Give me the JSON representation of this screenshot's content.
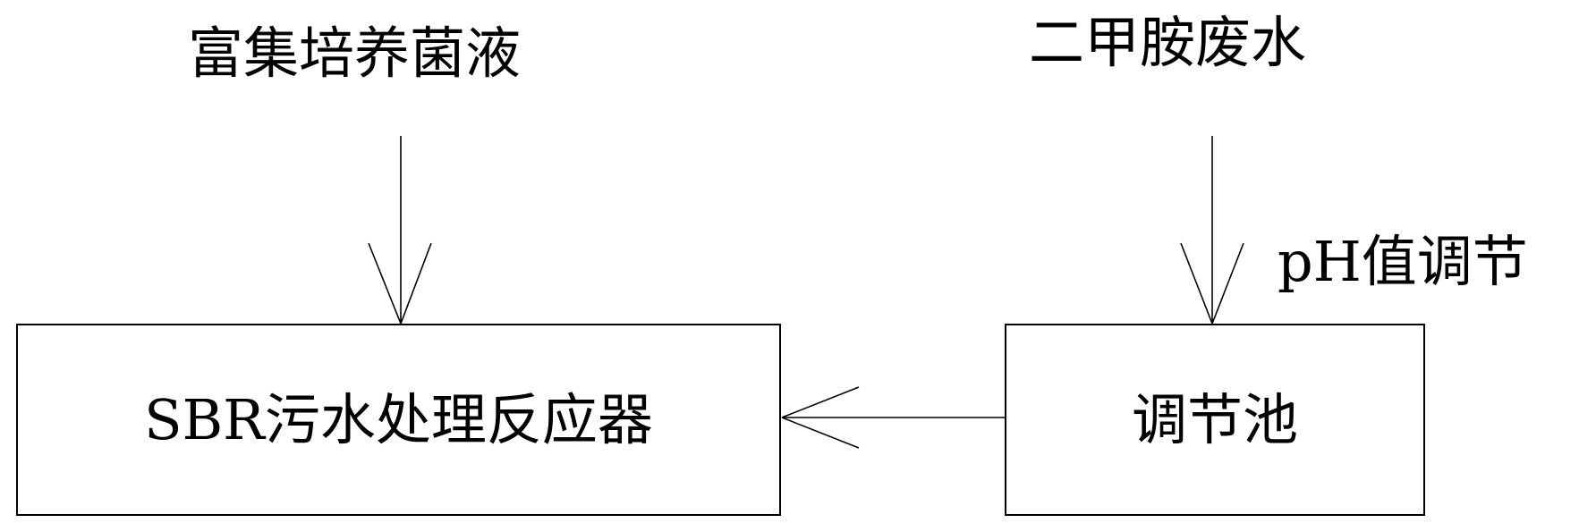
{
  "nodes": {
    "enrichment_culture": "富集培养菌液",
    "dimethylamine_wastewater": "二甲胺废水",
    "ph_adjustment": "pH值调节",
    "sbr_reactor": "SBR污水处理反应器",
    "regulating_tank": "调节池"
  },
  "edges": [
    {
      "from": "enrichment_culture",
      "to": "sbr_reactor"
    },
    {
      "from": "dimethylamine_wastewater",
      "to": "regulating_tank"
    },
    {
      "from": "regulating_tank",
      "to": "sbr_reactor"
    }
  ],
  "colors": {
    "line": "#000000",
    "background": "#ffffff"
  }
}
